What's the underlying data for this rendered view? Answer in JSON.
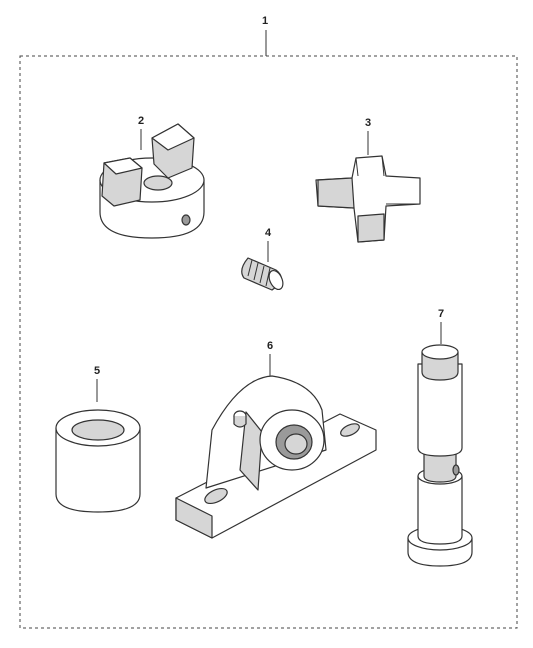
{
  "callouts": {
    "kit": "1",
    "coupling_hub": "2",
    "spider_insert": "3",
    "set_screw": "4",
    "bushing": "5",
    "pillow_block_bearing": "6",
    "shaft": "7"
  },
  "colors": {
    "line": "#333333",
    "shade": "#d6d6d6",
    "background": "#ffffff"
  }
}
